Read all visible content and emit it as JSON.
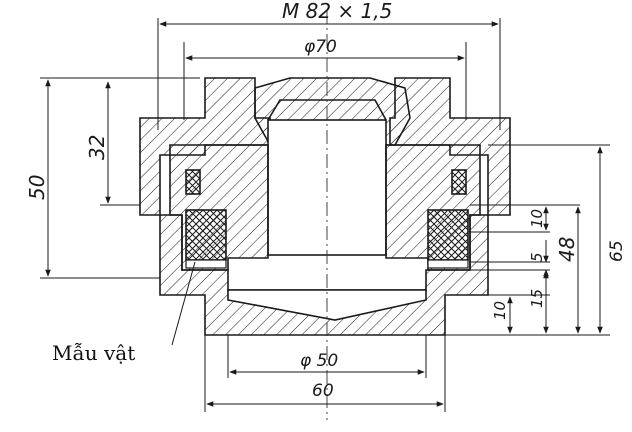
{
  "drawing": {
    "dimensions": {
      "thread": "M 82 × 1,5",
      "phi70": "φ70",
      "phi50": "φ 50",
      "d60": "60",
      "h50": "50",
      "h32": "32",
      "h65": "65",
      "h48": "48",
      "h10a": "10",
      "h5": "5",
      "h15": "15",
      "h10b": "10"
    },
    "callout": "Mẫu vật"
  }
}
